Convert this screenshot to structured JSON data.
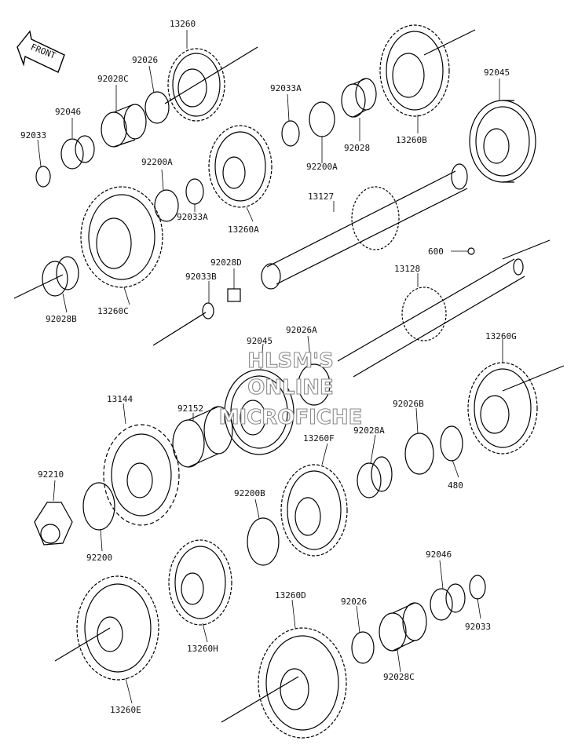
{
  "front_label": "FRONT",
  "watermark": [
    "HLSM'S",
    "ONLINE",
    "MICROFICHE"
  ],
  "parts": {
    "p13260": "13260",
    "p92026_top": "92026",
    "p92028C_top": "92028C",
    "p92046_top": "92046",
    "p92033_top": "92033",
    "p92033A_top": "92033A",
    "p92028": "92028",
    "p13260B": "13260B",
    "p92045_top": "92045",
    "p92200A_left": "92200A",
    "p92200A_right": "92200A",
    "p92033A_mid": "92033A",
    "p13260A": "13260A",
    "p13127": "13127",
    "p600": "600",
    "p92028D": "92028D",
    "p92033B": "92033B",
    "p13260C": "13260C",
    "p92028B": "92028B",
    "p13128": "13128",
    "p92026A": "92026A",
    "p92045_mid": "92045",
    "p13260G": "13260G",
    "p13144": "13144",
    "p92152": "92152",
    "p92026B": "92026B",
    "p92028A": "92028A",
    "p13260F": "13260F",
    "p480": "480",
    "p92210": "92210",
    "p92200": "92200",
    "p92200B": "92200B",
    "p92046_bot": "92046",
    "p92033_bot": "92033",
    "p13260D": "13260D",
    "p92026_bot": "92026",
    "p92028C_bot": "92028C",
    "p13260H": "13260H",
    "p13260E": "13260E"
  }
}
